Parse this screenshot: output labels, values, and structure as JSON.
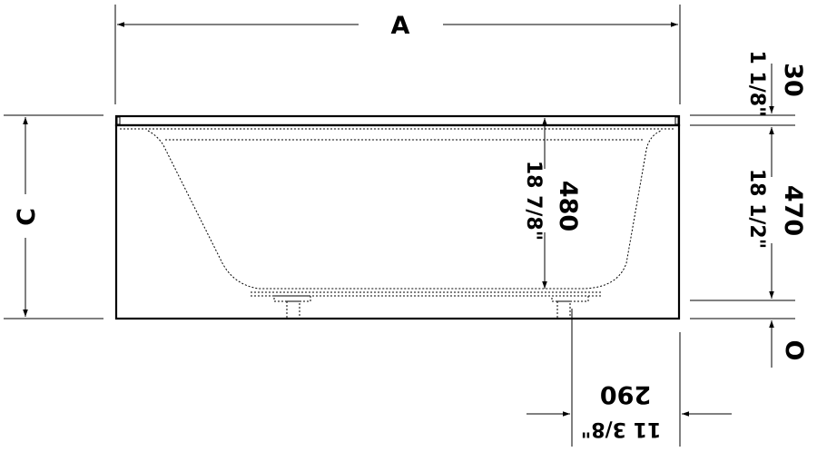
{
  "dimensions": {
    "width_label": "A",
    "height_label": "C",
    "rim_mm": "30",
    "rim_in": "1 1/8\"",
    "depth_mm": "480",
    "depth_in": "18 7/8\"",
    "water_mm": "470",
    "water_in": "18 1/2\"",
    "offset_label": "O",
    "drain_mm": "290",
    "drain_in": "11 3/8\""
  }
}
